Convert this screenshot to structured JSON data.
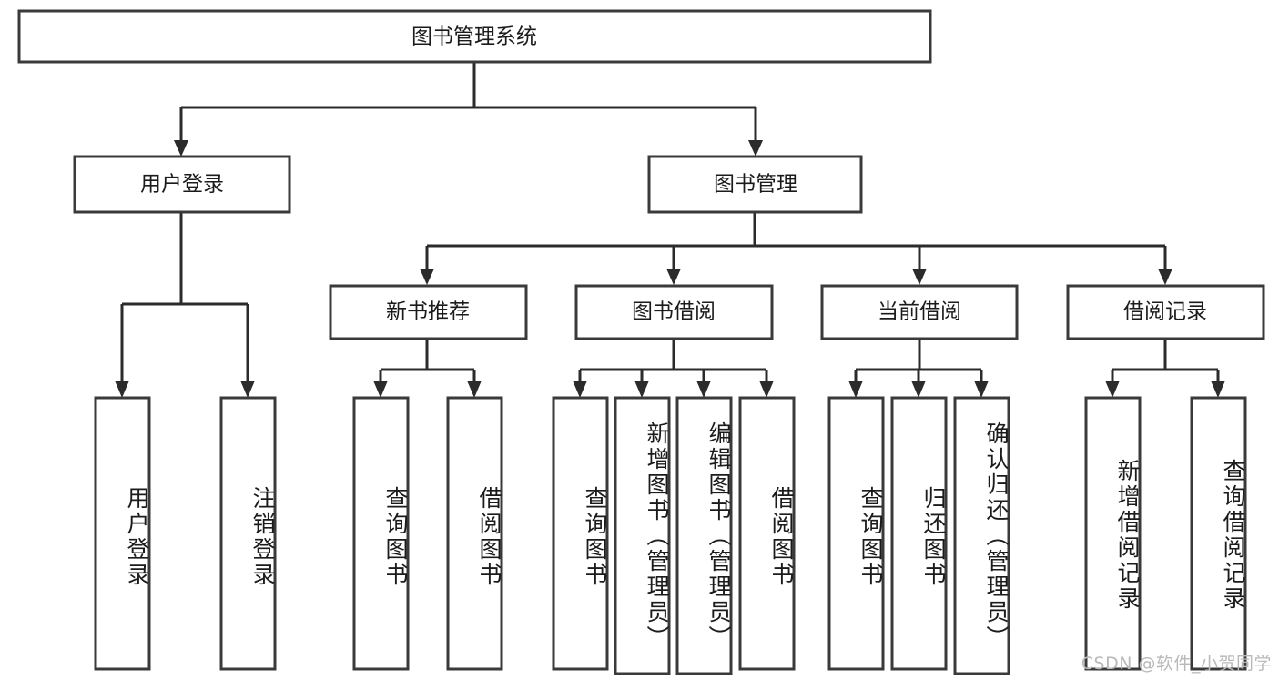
{
  "diagram": {
    "title": "图书管理系统",
    "type": "tree-hierarchy-flowchart",
    "root": {
      "label": "图书管理系统",
      "orientation": "horizontal"
    },
    "level1": [
      {
        "label": "用户登录",
        "orientation": "horizontal"
      },
      {
        "label": "图书管理",
        "orientation": "horizontal"
      }
    ],
    "level2": [
      {
        "label": "新书推荐",
        "orientation": "horizontal",
        "parent": "图书管理"
      },
      {
        "label": "图书借阅",
        "orientation": "horizontal",
        "parent": "图书管理"
      },
      {
        "label": "当前借阅",
        "orientation": "horizontal",
        "parent": "图书管理"
      },
      {
        "label": "借阅记录",
        "orientation": "horizontal",
        "parent": "图书管理"
      }
    ],
    "leaves": [
      {
        "label": "用户登录",
        "orientation": "vertical",
        "parent": "用户登录"
      },
      {
        "label": "注销登录",
        "orientation": "vertical",
        "parent": "用户登录"
      },
      {
        "label": "查询图书",
        "orientation": "vertical",
        "parent": "新书推荐"
      },
      {
        "label": "借阅图书",
        "orientation": "vertical",
        "parent": "新书推荐"
      },
      {
        "label": "查询图书",
        "orientation": "vertical",
        "parent": "图书借阅"
      },
      {
        "label": "新增图书（管理员）",
        "orientation": "vertical",
        "parent": "图书借阅"
      },
      {
        "label": "编辑图书（管理员）",
        "orientation": "vertical",
        "parent": "图书借阅"
      },
      {
        "label": "借阅图书",
        "orientation": "vertical",
        "parent": "图书借阅"
      },
      {
        "label": "查询图书",
        "orientation": "vertical",
        "parent": "当前借阅"
      },
      {
        "label": "归还图书",
        "orientation": "vertical",
        "parent": "当前借阅"
      },
      {
        "label": "确认归还（管理员）",
        "orientation": "vertical",
        "parent": "当前借阅"
      },
      {
        "label": "新增借阅记录",
        "orientation": "vertical",
        "parent": "借阅记录"
      },
      {
        "label": "查询借阅记录",
        "orientation": "vertical",
        "parent": "借阅记录"
      }
    ],
    "colors": {
      "box_stroke": "#3a3a3a",
      "box_fill": "#ffffff",
      "connector": "#2b2b2b",
      "text": "#1b1b1b",
      "background": "#ffffff",
      "watermark": "#b9b9b9"
    }
  },
  "watermark": {
    "text": "CSDN @软件_小贺同学"
  }
}
